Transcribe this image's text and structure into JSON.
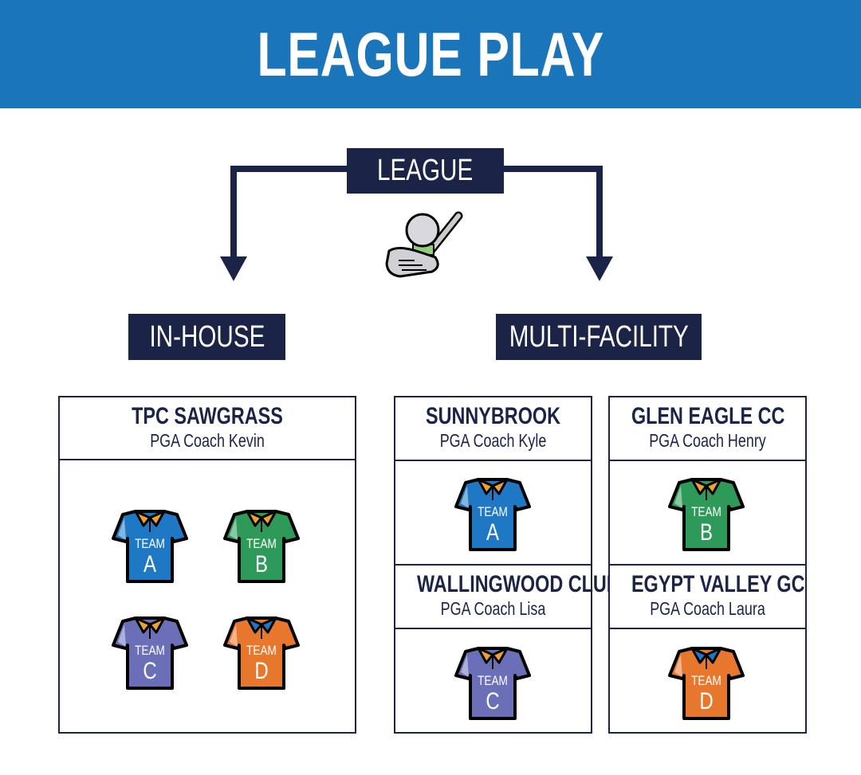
{
  "title": "LEAGUE PLAY",
  "root": "LEAGUE",
  "branches": {
    "left": "IN-HOUSE",
    "right": "MULTI-FACILITY"
  },
  "icon": "golf-club-ball-icon",
  "colors": {
    "header": "#1b75bb",
    "navy": "#1b2447",
    "team_a": "#1f78c4",
    "team_b": "#2e9a5a",
    "team_c": "#6a6fb8",
    "team_d": "#e8772e",
    "collar_orange": "#f0a030",
    "collar_blue": "#1f78c4"
  },
  "team_word": "TEAM",
  "inhouse": {
    "club": "TPC SAWGRASS",
    "coach": "PGA Coach Kevin",
    "teams": [
      "A",
      "B",
      "C",
      "D"
    ]
  },
  "multi": [
    {
      "club": "SUNNYBROOK",
      "coach": "PGA Coach Kyle",
      "team": "A"
    },
    {
      "club": "GLEN EAGLE CC",
      "coach": "PGA Coach Henry",
      "team": "B"
    },
    {
      "club": "WALLINGWOOD CLUB",
      "coach": "PGA Coach Lisa",
      "team": "C"
    },
    {
      "club": "EGYPT VALLEY GC",
      "coach": "PGA Coach Laura",
      "team": "D"
    }
  ]
}
